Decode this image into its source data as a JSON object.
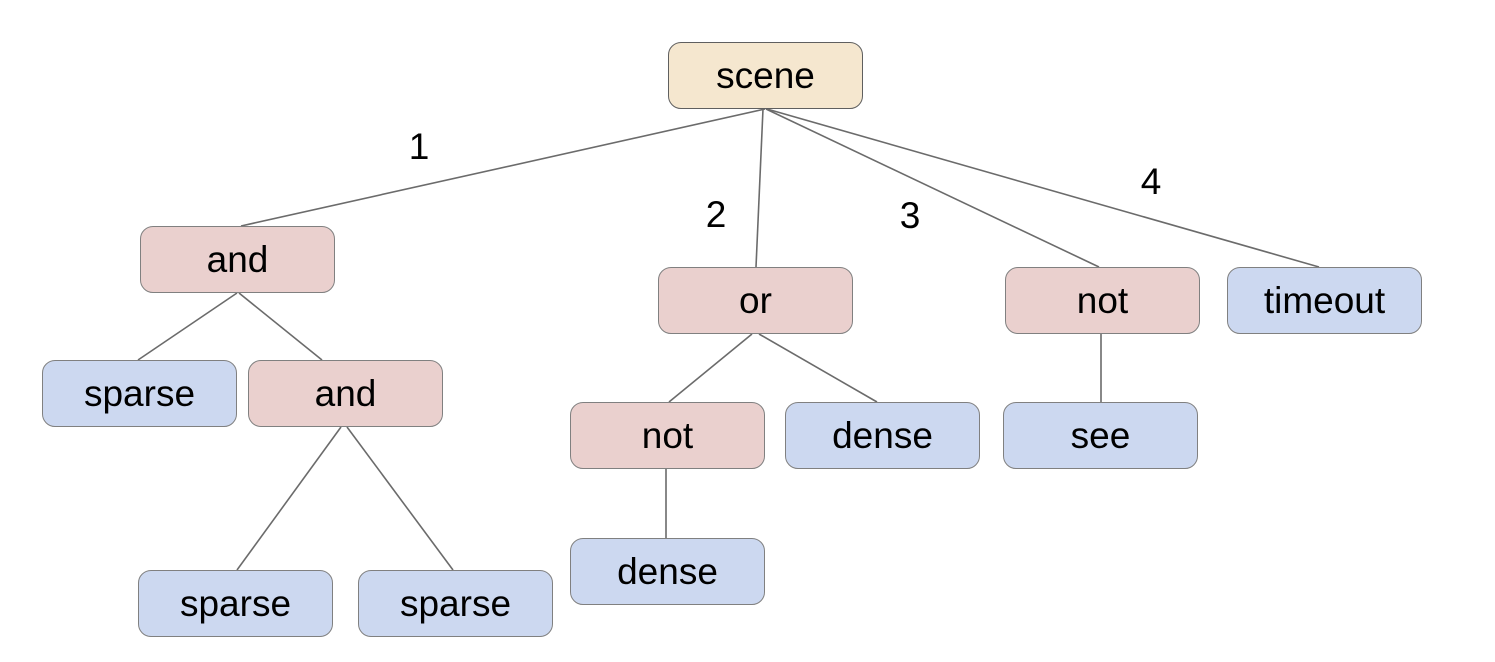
{
  "diagram": {
    "type": "tree",
    "root": "scene",
    "colors": {
      "background": "#ffffff",
      "root_fill": "#f5e7cf",
      "operator_fill": "#ead0ce",
      "leaf_fill": "#ccd8f0",
      "node_border": "#7e7e7e",
      "edge_line": "#6b6b6b",
      "text": "#000000"
    },
    "nodes": [
      {
        "id": "scene",
        "label": "scene",
        "kind": "root"
      },
      {
        "id": "and-1",
        "label": "and",
        "kind": "operator"
      },
      {
        "id": "or-1",
        "label": "or",
        "kind": "operator"
      },
      {
        "id": "not-1",
        "label": "not",
        "kind": "operator"
      },
      {
        "id": "timeout-1",
        "label": "timeout",
        "kind": "leaf"
      },
      {
        "id": "sparse-1",
        "label": "sparse",
        "kind": "leaf"
      },
      {
        "id": "and-2",
        "label": "and",
        "kind": "operator"
      },
      {
        "id": "not-2",
        "label": "not",
        "kind": "operator"
      },
      {
        "id": "dense-1",
        "label": "dense",
        "kind": "leaf"
      },
      {
        "id": "see-1",
        "label": "see",
        "kind": "leaf"
      },
      {
        "id": "sparse-2",
        "label": "sparse",
        "kind": "leaf"
      },
      {
        "id": "sparse-3",
        "label": "sparse",
        "kind": "leaf"
      },
      {
        "id": "dense-2",
        "label": "dense",
        "kind": "leaf"
      }
    ],
    "edges": [
      {
        "from": "scene",
        "to": "and-1",
        "label": "1"
      },
      {
        "from": "scene",
        "to": "or-1",
        "label": "2"
      },
      {
        "from": "scene",
        "to": "not-1",
        "label": "3"
      },
      {
        "from": "scene",
        "to": "timeout-1",
        "label": "4"
      },
      {
        "from": "and-1",
        "to": "sparse-1",
        "label": ""
      },
      {
        "from": "and-1",
        "to": "and-2",
        "label": ""
      },
      {
        "from": "and-2",
        "to": "sparse-2",
        "label": ""
      },
      {
        "from": "and-2",
        "to": "sparse-3",
        "label": ""
      },
      {
        "from": "or-1",
        "to": "not-2",
        "label": ""
      },
      {
        "from": "or-1",
        "to": "dense-1",
        "label": ""
      },
      {
        "from": "not-2",
        "to": "dense-2",
        "label": ""
      },
      {
        "from": "not-1",
        "to": "see-1",
        "label": ""
      }
    ]
  }
}
